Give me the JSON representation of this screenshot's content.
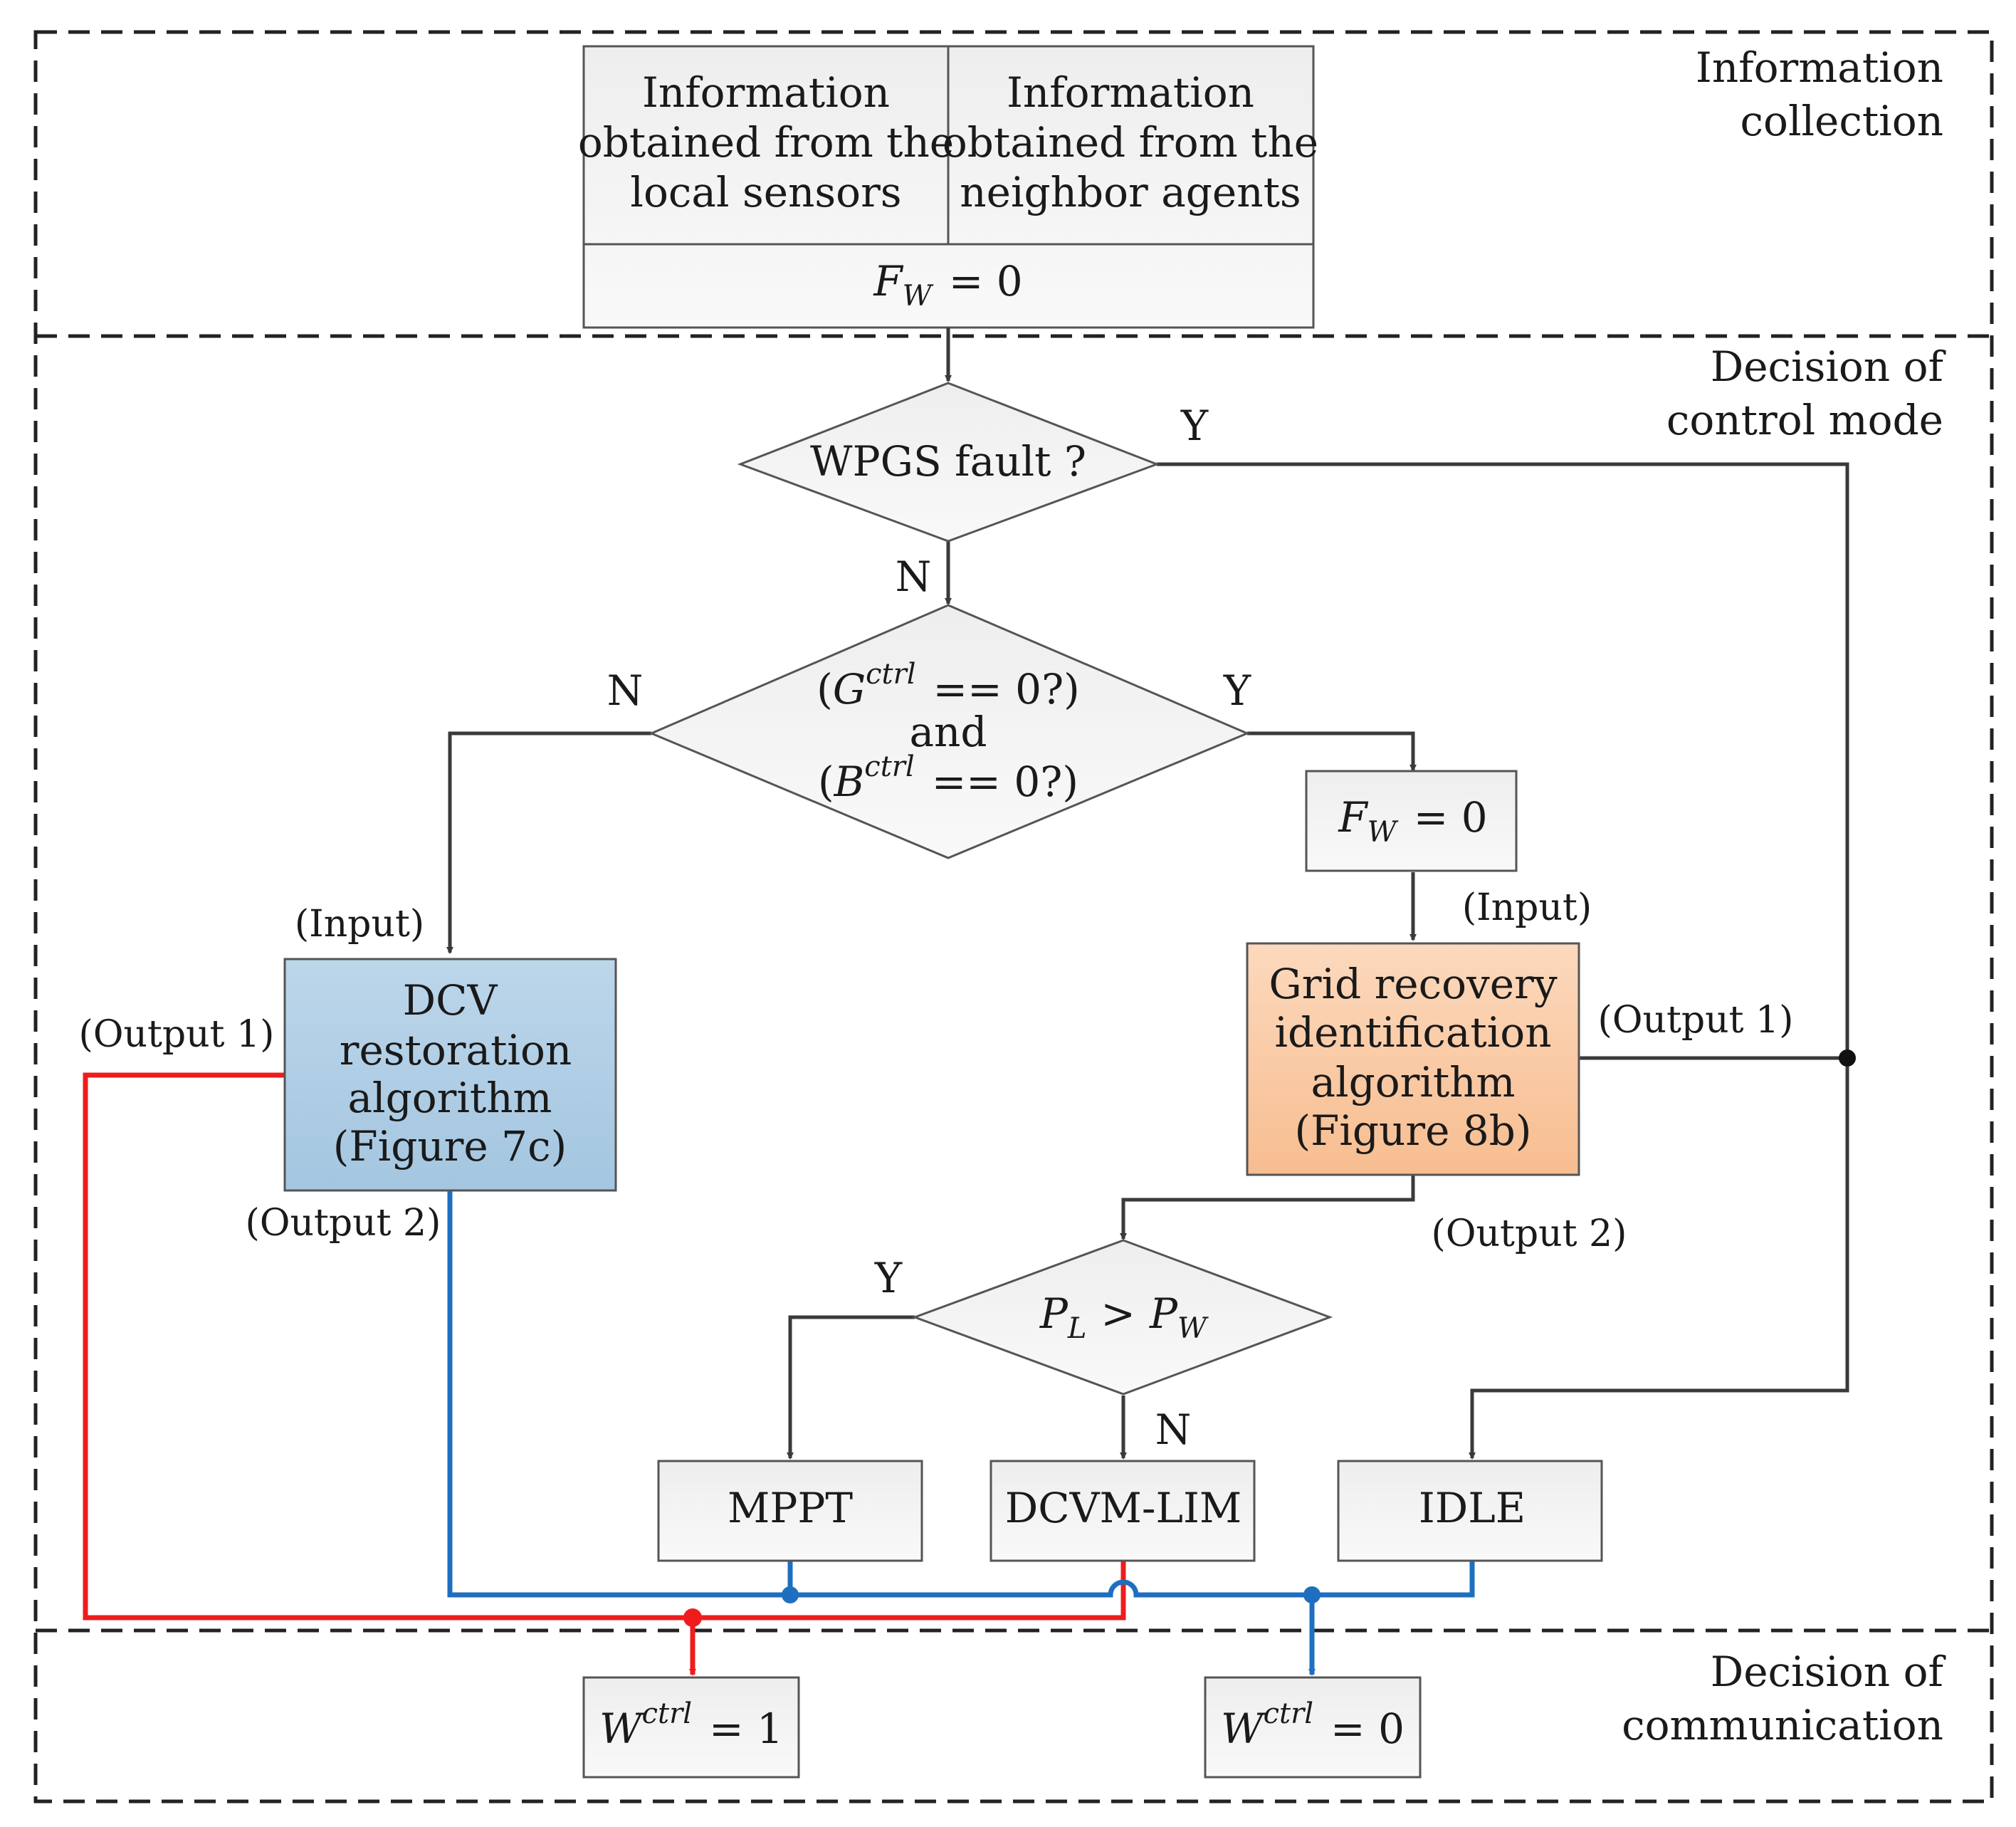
{
  "sections": {
    "info": [
      "Information",
      "collection"
    ],
    "decision_mode": [
      "Decision of",
      "control mode"
    ],
    "decision_comm": [
      "Decision of",
      "communication"
    ]
  },
  "info_box": {
    "local": [
      "Information",
      "obtained from the",
      "local sensors"
    ],
    "neighbor": [
      "Information",
      "obtained from the",
      "neighbor agents"
    ],
    "fw_var": "F",
    "fw_sub": "W",
    "fw_rest": "= 0"
  },
  "wpgs": {
    "text": "WPGS fault ?",
    "yes": "Y",
    "no": "N"
  },
  "gb": {
    "g_open": "(",
    "g_var": "G",
    "g_sup": "ctrl",
    "g_rest": "== 0?)",
    "and": "and",
    "b_open": "(",
    "b_var": "B",
    "b_sup": "ctrl",
    "b_rest": "== 0?)",
    "no": "N",
    "yes": "Y"
  },
  "fw_box": {
    "var": "F",
    "sub": "W",
    "rest": "= 0"
  },
  "dcv": {
    "lines": [
      "DCV",
      "restoration",
      "algorithm",
      "(Figure 7c)"
    ],
    "input": "(Input)",
    "output1": "(Output 1)",
    "output2": "(Output 2)",
    "fill": "#a9cbe4"
  },
  "grid": {
    "lines": [
      "Grid recovery",
      "identification",
      "algorithm",
      "(Figure 8b)"
    ],
    "input": "(Input)",
    "output1": "(Output 1)",
    "output2": "(Output 2)",
    "fill": "#f9c9a3"
  },
  "pl": {
    "var1": "P",
    "sub1": "L",
    "op": ">",
    "var2": "P",
    "sub2": "W",
    "yes": "Y",
    "no": "N"
  },
  "modes": {
    "mppt": "MPPT",
    "dcvm": "DCVM-LIM",
    "idle": "IDLE"
  },
  "wctrl1": {
    "var": "W",
    "sup": "ctrl",
    "rest": "= 1"
  },
  "wctrl0": {
    "var": "W",
    "sup": "ctrl",
    "rest": "= 0"
  },
  "colors": {
    "red": "#ee1c1c",
    "blue": "#1f6fc0",
    "line": "#3a3a3a",
    "dash": "#222222"
  }
}
